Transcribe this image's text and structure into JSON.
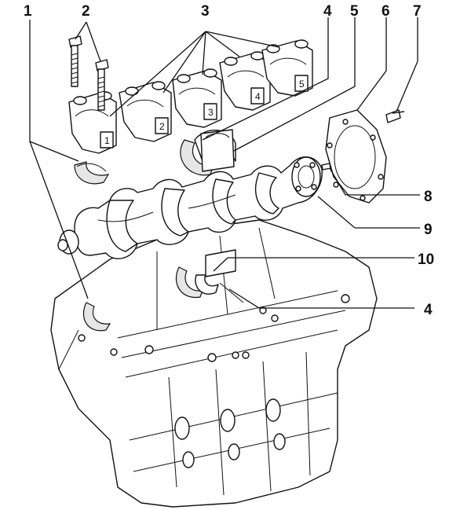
{
  "diagram": {
    "callouts": [
      {
        "id": "1",
        "label": "1"
      },
      {
        "id": "2",
        "label": "2"
      },
      {
        "id": "3",
        "label": "3"
      },
      {
        "id": "4a",
        "label": "4"
      },
      {
        "id": "5",
        "label": "5"
      },
      {
        "id": "6",
        "label": "6"
      },
      {
        "id": "7",
        "label": "7"
      },
      {
        "id": "8",
        "label": "8"
      },
      {
        "id": "9",
        "label": "9"
      },
      {
        "id": "10",
        "label": "10"
      },
      {
        "id": "4b",
        "label": "4"
      }
    ],
    "bearing_cap_numbers": [
      "1",
      "2",
      "3",
      "4",
      "5"
    ]
  }
}
